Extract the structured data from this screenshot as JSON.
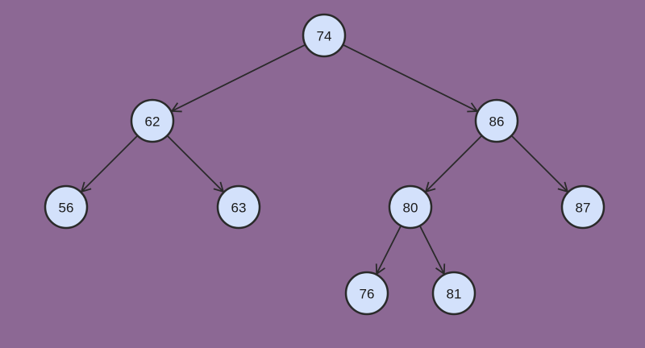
{
  "diagram": {
    "type": "binary-search-tree",
    "colors": {
      "background": "#8c6894",
      "node_fill": "#d3e1fb",
      "node_stroke": "#2a2a2a",
      "edge": "#2a2a2a",
      "label": "#1a1a1a"
    },
    "nodes": [
      {
        "id": "n74",
        "label": "74"
      },
      {
        "id": "n62",
        "label": "62"
      },
      {
        "id": "n86",
        "label": "86"
      },
      {
        "id": "n56",
        "label": "56"
      },
      {
        "id": "n63",
        "label": "63"
      },
      {
        "id": "n80",
        "label": "80"
      },
      {
        "id": "n87",
        "label": "87"
      },
      {
        "id": "n76",
        "label": "76"
      },
      {
        "id": "n81",
        "label": "81"
      }
    ],
    "edges": [
      {
        "from": "n74",
        "to": "n62"
      },
      {
        "from": "n74",
        "to": "n86"
      },
      {
        "from": "n62",
        "to": "n56"
      },
      {
        "from": "n62",
        "to": "n63"
      },
      {
        "from": "n86",
        "to": "n80"
      },
      {
        "from": "n86",
        "to": "n87"
      },
      {
        "from": "n80",
        "to": "n76"
      },
      {
        "from": "n80",
        "to": "n81"
      }
    ]
  }
}
